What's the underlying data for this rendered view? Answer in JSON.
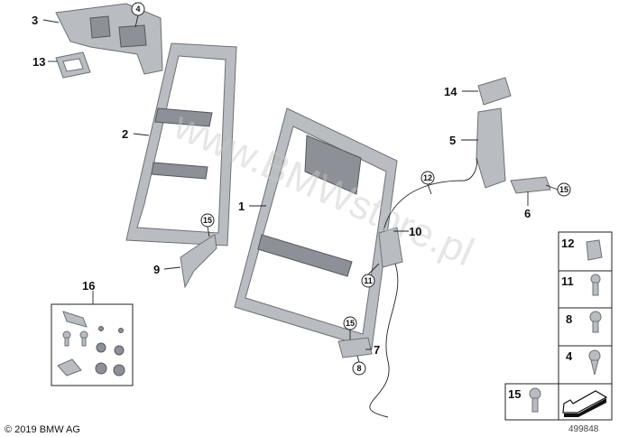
{
  "diagram": {
    "callouts": {
      "p1": "1",
      "p2": "2",
      "p3": "3",
      "p4": "4",
      "p5": "5",
      "p6": "6",
      "p7": "7",
      "p8": "8",
      "p9": "9",
      "p10": "10",
      "p11": "11",
      "p12": "12",
      "p13": "13",
      "p14": "14",
      "p15a": "15",
      "p15b": "15",
      "p15c": "15",
      "p16": "16"
    },
    "legend_cells": [
      "12",
      "11",
      "8",
      "4",
      "15"
    ],
    "watermark": "www.BMWstore.pl",
    "copyright": "© 2019 BMW AG",
    "reference_number": "499848"
  }
}
